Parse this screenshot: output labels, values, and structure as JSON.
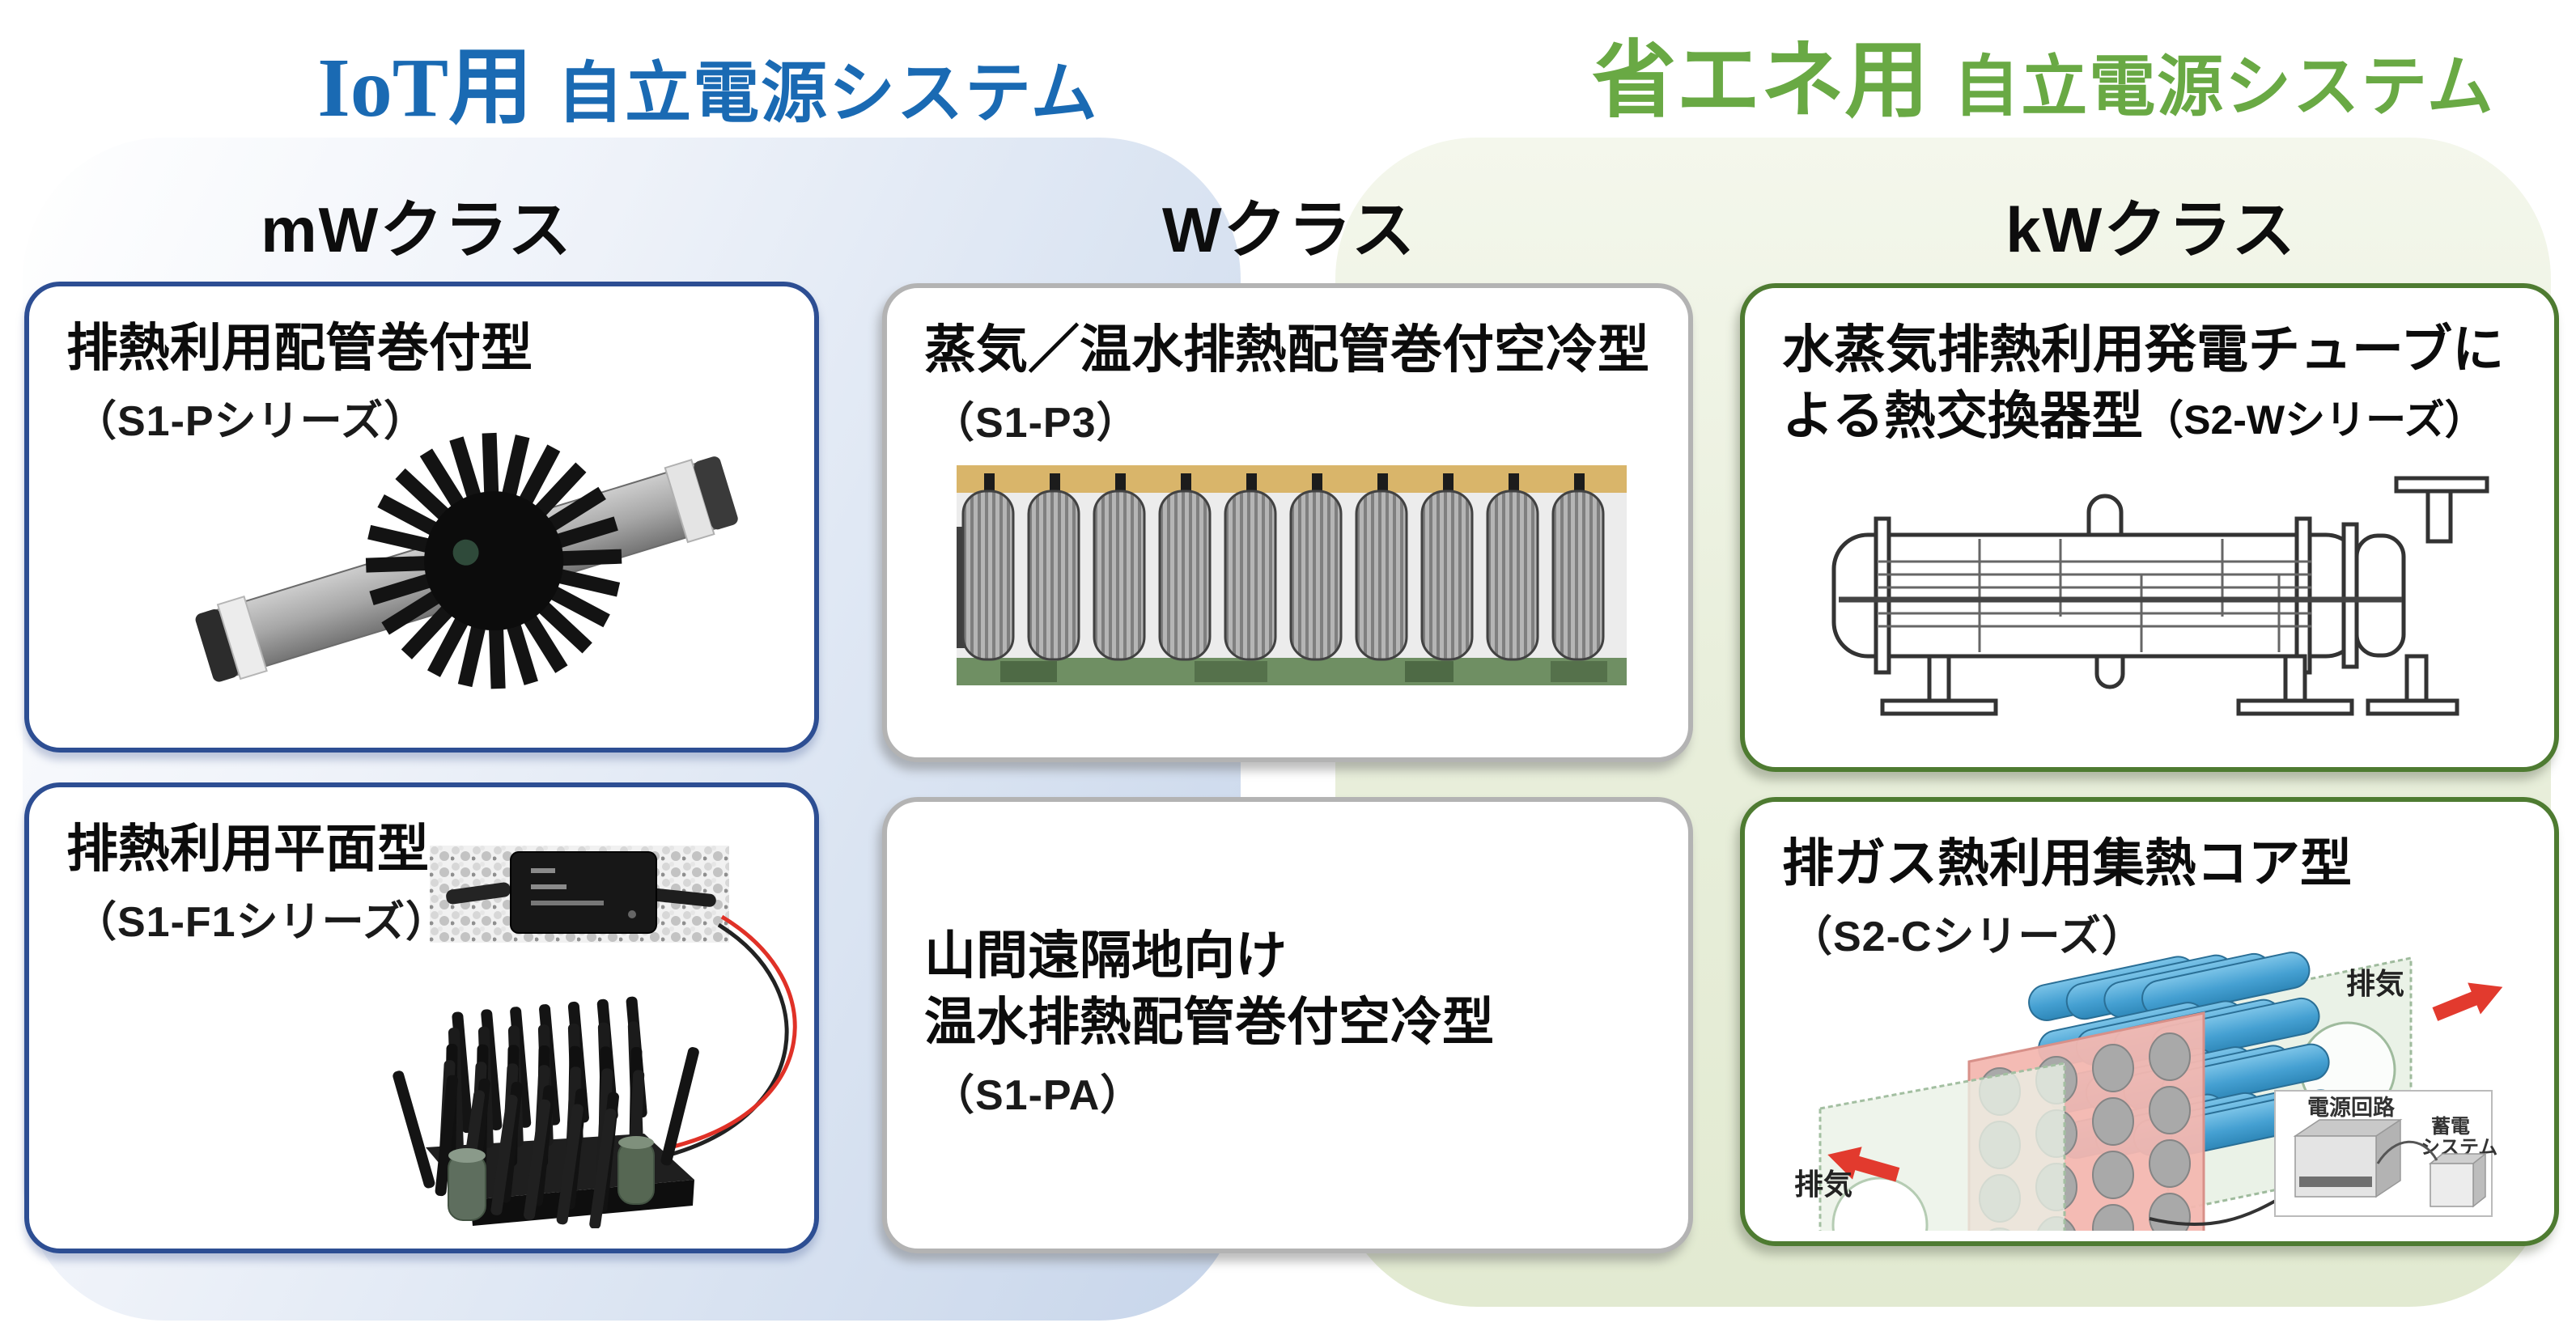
{
  "page": {
    "background": "#ffffff"
  },
  "header_left": {
    "prefix": "IoT用",
    "suffix": "自立電源システム",
    "color": "#1a6ab3"
  },
  "header_right": {
    "prefix": "省エネ用",
    "suffix": "自立電源システム",
    "color": "#69a944"
  },
  "columns": {
    "mw": "mWクラス",
    "w": "Wクラス",
    "kw": "kWクラス"
  },
  "cards": {
    "s1p": {
      "title": "排熱利用配管巻付型",
      "subtitle": "（S1-Pシリーズ）",
      "border_color": "#2d4e93"
    },
    "s1p3": {
      "title": "蒸気／温水排熱配管巻付空冷型",
      "subtitle": "（S1-P3）",
      "border_color": "#b3b3b3"
    },
    "s2w": {
      "title": "水蒸気排熱利用発電チューブによる熱交換器型",
      "subtitle": "（S2-Wシリーズ）",
      "border_color": "#4e7b31"
    },
    "s1f1": {
      "title": "排熱利用平面型",
      "subtitle": "（S1-F1シリーズ）",
      "border_color": "#2d4e93"
    },
    "s1pa": {
      "title_line1": "山間遠隔地向け",
      "title_line2": "温水排熱配管巻付空冷型",
      "subtitle": "（S1-PA）",
      "border_color": "#b3b3b3"
    },
    "s2c": {
      "title": "排ガス熱利用集熱コア型",
      "subtitle": "（S2-Cシリーズ）",
      "border_color": "#4e7b31",
      "labels": {
        "exhaust_out": "排気",
        "exhaust_in": "排気",
        "power_circuit": "電源回路",
        "storage_line1": "蓄電",
        "storage_line2": "システム"
      }
    }
  }
}
